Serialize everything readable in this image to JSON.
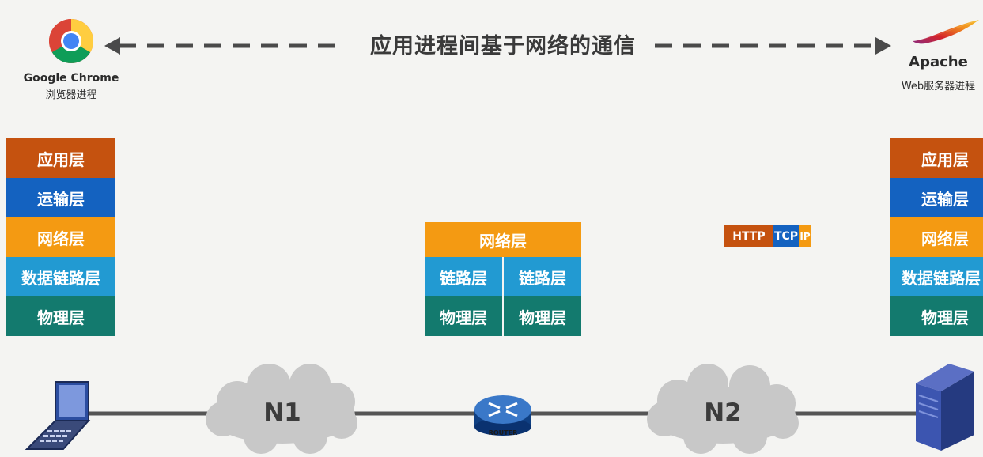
{
  "title": "应用进程间基于网络的通信",
  "client": {
    "name": "Google Chrome",
    "subtitle": "浏览器进程"
  },
  "server": {
    "name": "Apache",
    "subtitle": "Web服务器进程"
  },
  "layers": {
    "application": "应用层",
    "transport": "运输层",
    "network": "网络层",
    "datalink": "数据链路层",
    "physical": "物理层"
  },
  "router_stack": {
    "network": "网络层",
    "link_left": "链路层",
    "link_right": "链路层",
    "phys_left": "物理层",
    "phys_right": "物理层"
  },
  "packet": {
    "http": "HTTP",
    "tcp": "TCP",
    "ip": "IP"
  },
  "networks": {
    "n1": "N1",
    "n2": "N2"
  },
  "router_label": "ROUTER",
  "colors": {
    "application": "#c5520f",
    "transport": "#1462c0",
    "network": "#f49a12",
    "datalink": "#229ad2",
    "physical": "#137a6e"
  }
}
